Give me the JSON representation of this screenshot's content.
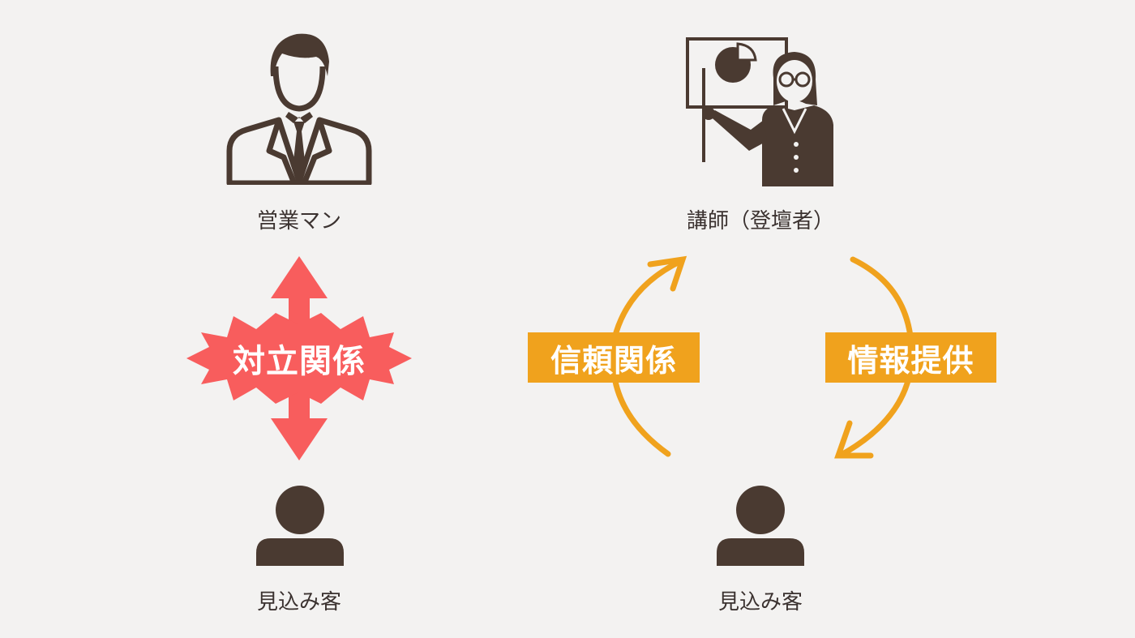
{
  "left": {
    "salesman_label": "営業マン",
    "conflict_label": "対立関係",
    "prospect_label": "見込み客",
    "conflict_color": "#f85d5d"
  },
  "right": {
    "lecturer_label": "講師（登壇者）",
    "trust_label": "信頼関係",
    "info_label": "情報提供",
    "prospect_label": "見込み客",
    "cycle_color": "#f0a21d"
  },
  "icons": {
    "salesman": "businessman-icon",
    "lecturer": "presenter-icon",
    "prospect": "person-icon"
  },
  "icon_color": "#4a3a31"
}
